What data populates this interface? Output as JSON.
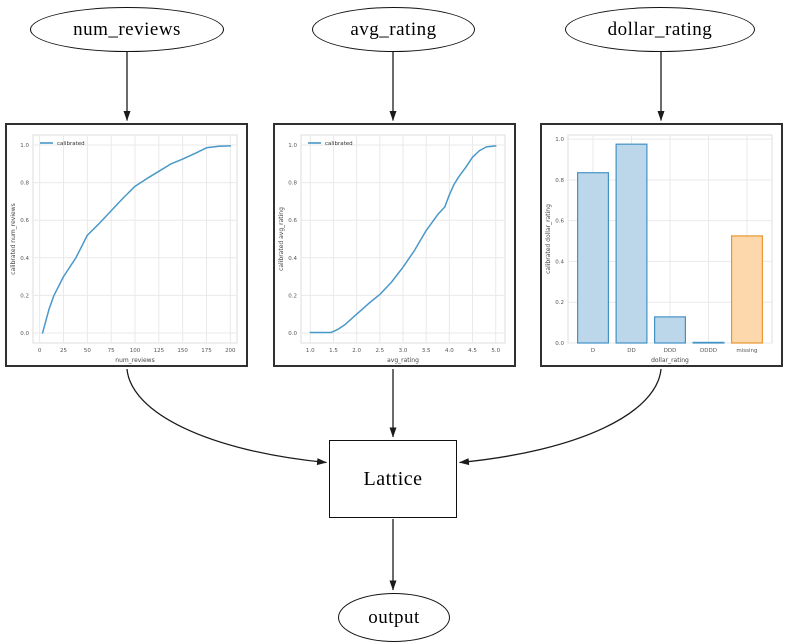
{
  "diagram": {
    "nodes": {
      "num_reviews": {
        "label": "num_reviews",
        "shape": "ellipse"
      },
      "avg_rating": {
        "label": "avg_rating",
        "shape": "ellipse"
      },
      "dollar_rating": {
        "label": "dollar_rating",
        "shape": "ellipse"
      },
      "lattice": {
        "label": "Lattice",
        "shape": "box"
      },
      "output": {
        "label": "output",
        "shape": "ellipse"
      }
    },
    "edges": [
      {
        "from": "num_reviews",
        "to": "calibrator_num_reviews"
      },
      {
        "from": "avg_rating",
        "to": "calibrator_avg_rating"
      },
      {
        "from": "dollar_rating",
        "to": "calibrator_dollar_rating"
      },
      {
        "from": "calibrator_num_reviews",
        "to": "lattice"
      },
      {
        "from": "calibrator_avg_rating",
        "to": "lattice"
      },
      {
        "from": "calibrator_dollar_rating",
        "to": "lattice"
      },
      {
        "from": "lattice",
        "to": "output"
      }
    ]
  },
  "colors": {
    "edge": "#1b1b1b",
    "node_border": "#111111",
    "plot_border": "#303030",
    "grid": "#e9e9e9",
    "axes_frame": "#dcdcdc",
    "tick_text": "#555555",
    "label_text": "#444444",
    "legend_text": "#333333",
    "line_blue": "#4a98c9",
    "bar_blue_fill": "#bdd7ea",
    "bar_blue_stroke": "#4292c6",
    "bar_orange_fill": "#fcd8ac",
    "bar_orange_stroke": "#e9962e"
  },
  "chart_data": [
    {
      "type": "line",
      "title": "",
      "legend": [
        "calibrated"
      ],
      "legend_position": "upper left",
      "grid": true,
      "xlabel": "num_reviews",
      "ylabel": "calibrated num_reviews",
      "xlim": [
        -7,
        207
      ],
      "ylim": [
        -0.053,
        1.053
      ],
      "xticks": [
        0,
        25,
        50,
        75,
        100,
        125,
        150,
        175,
        200
      ],
      "xtick_labels": [
        "0",
        "25",
        "50",
        "75",
        "100",
        "125",
        "150",
        "175",
        "200"
      ],
      "yticks": [
        0,
        0.2,
        0.4,
        0.6,
        0.8,
        1.0
      ],
      "ytick_labels": [
        "0.0",
        "0.2",
        "0.4",
        "0.6",
        "0.8",
        "1.0"
      ],
      "line_color": "#4a98c9",
      "series": [
        {
          "name": "calibrated",
          "x": [
            3,
            10,
            15,
            25,
            38,
            50,
            62,
            75,
            88,
            100,
            112,
            125,
            138,
            150,
            163,
            175,
            188,
            200
          ],
          "y": [
            0.0,
            0.13,
            0.2,
            0.3,
            0.4,
            0.52,
            0.58,
            0.65,
            0.72,
            0.78,
            0.82,
            0.86,
            0.9,
            0.925,
            0.955,
            0.985,
            0.993,
            0.995
          ]
        }
      ]
    },
    {
      "type": "line",
      "title": "",
      "legend": [
        "calibrated"
      ],
      "legend_position": "upper left",
      "grid": true,
      "xlabel": "avg_rating",
      "ylabel": "calibrated avg_rating",
      "xlim": [
        0.8,
        5.2
      ],
      "ylim": [
        -0.053,
        1.053
      ],
      "xticks": [
        1.0,
        1.5,
        2.0,
        2.5,
        3.0,
        3.5,
        4.0,
        4.5,
        5.0
      ],
      "xtick_labels": [
        "1.0",
        "1.5",
        "2.0",
        "2.5",
        "3.0",
        "3.5",
        "4.0",
        "4.5",
        "5.0"
      ],
      "yticks": [
        0,
        0.2,
        0.4,
        0.6,
        0.8,
        1.0
      ],
      "ytick_labels": [
        "0.0",
        "0.2",
        "0.4",
        "0.6",
        "0.8",
        "1.0"
      ],
      "line_color": "#4a98c9",
      "series": [
        {
          "name": "calibrated",
          "x": [
            1.0,
            1.45,
            1.6,
            1.75,
            2.0,
            2.25,
            2.5,
            2.75,
            3.0,
            3.25,
            3.5,
            3.75,
            3.9,
            4.0,
            4.1,
            4.2,
            4.35,
            4.5,
            4.65,
            4.8,
            5.0
          ],
          "y": [
            0.003,
            0.003,
            0.02,
            0.045,
            0.1,
            0.155,
            0.205,
            0.27,
            0.35,
            0.44,
            0.545,
            0.63,
            0.67,
            0.735,
            0.79,
            0.83,
            0.88,
            0.935,
            0.97,
            0.99,
            0.995
          ]
        }
      ]
    },
    {
      "type": "bar",
      "title": "",
      "grid": true,
      "xlabel": "dollar_rating",
      "ylabel": "calibrated dollar_rating",
      "categories": [
        "D",
        "DD",
        "DDD",
        "DDDD",
        "missing"
      ],
      "values": [
        0.835,
        0.975,
        0.128,
        0.003,
        0.525
      ],
      "bar_fills": [
        "#bdd7ea",
        "#bdd7ea",
        "#bdd7ea",
        "#bdd7ea",
        "#fcd8ac"
      ],
      "bar_strokes": [
        "#4292c6",
        "#4292c6",
        "#4292c6",
        "#4292c6",
        "#e9962e"
      ],
      "ylim": [
        0,
        1.02
      ],
      "yticks": [
        0,
        0.2,
        0.4,
        0.6,
        0.8,
        1.0
      ],
      "ytick_labels": [
        "0.0",
        "0.2",
        "0.4",
        "0.6",
        "0.8",
        "1.0"
      ]
    }
  ]
}
